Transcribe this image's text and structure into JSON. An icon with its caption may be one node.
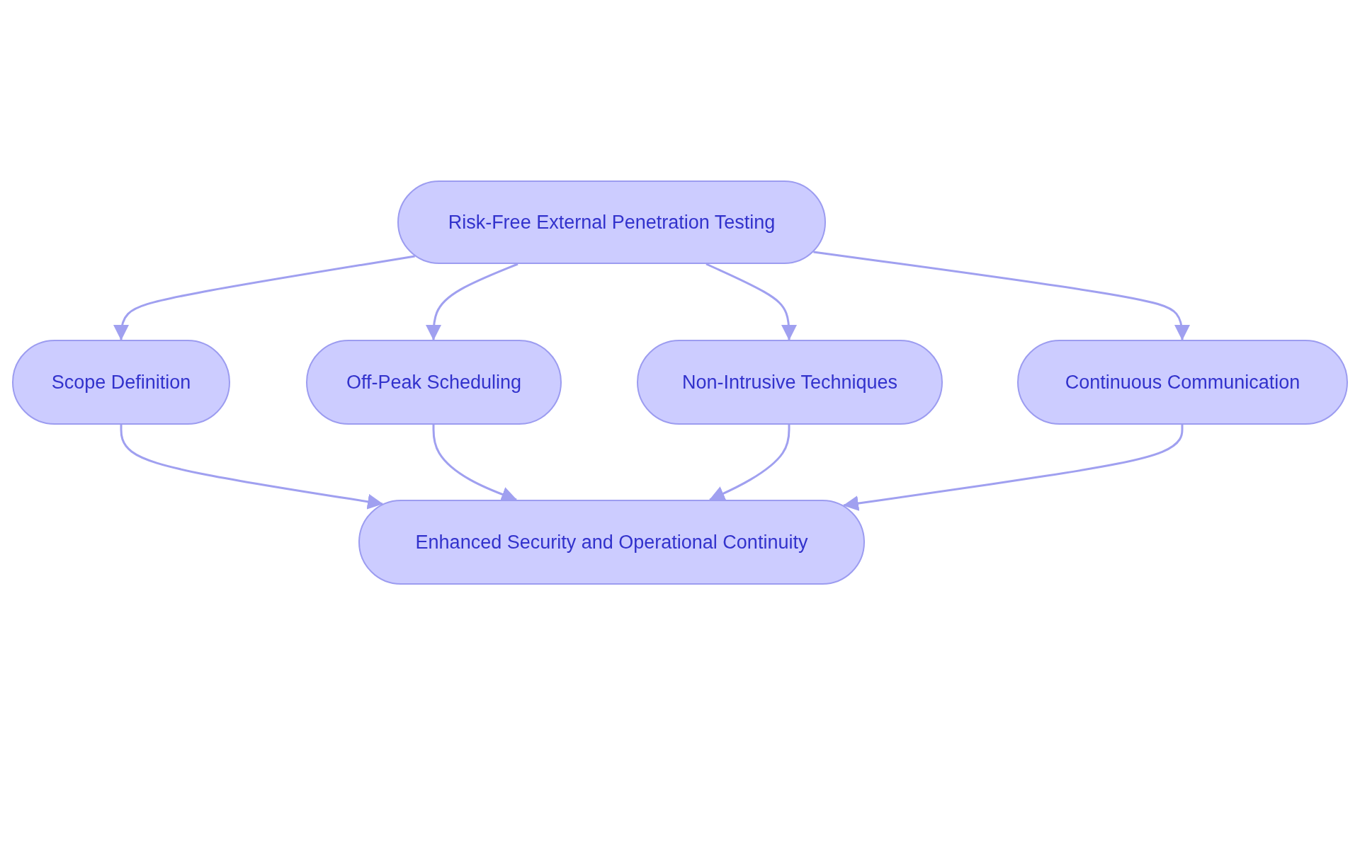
{
  "diagram": {
    "nodes": [
      {
        "text": [
          "Risk-Free External Penetration Testing"
        ]
      },
      {
        "text": [
          "Scope Definition"
        ]
      },
      {
        "text": [
          "Off-Peak Scheduling"
        ]
      },
      {
        "text": [
          "Non-Intrusive Techniques"
        ]
      },
      {
        "text": [
          "Continuous Communication"
        ]
      },
      {
        "text": [
          "Enhanced Security and Operational Continuity"
        ]
      }
    ],
    "edges": [
      {
        "from": 0,
        "to": 1,
        "arrow": "to"
      },
      {
        "from": 0,
        "to": 2,
        "arrow": "to"
      },
      {
        "from": 0,
        "to": 3,
        "arrow": "to"
      },
      {
        "from": 0,
        "to": 4,
        "arrow": "to"
      },
      {
        "from": 1,
        "to": 5,
        "arrow": "to"
      },
      {
        "from": 2,
        "to": 5,
        "arrow": "to"
      },
      {
        "from": 3,
        "to": 5,
        "arrow": "to"
      },
      {
        "from": 4,
        "to": 5,
        "arrow": "to"
      }
    ]
  }
}
